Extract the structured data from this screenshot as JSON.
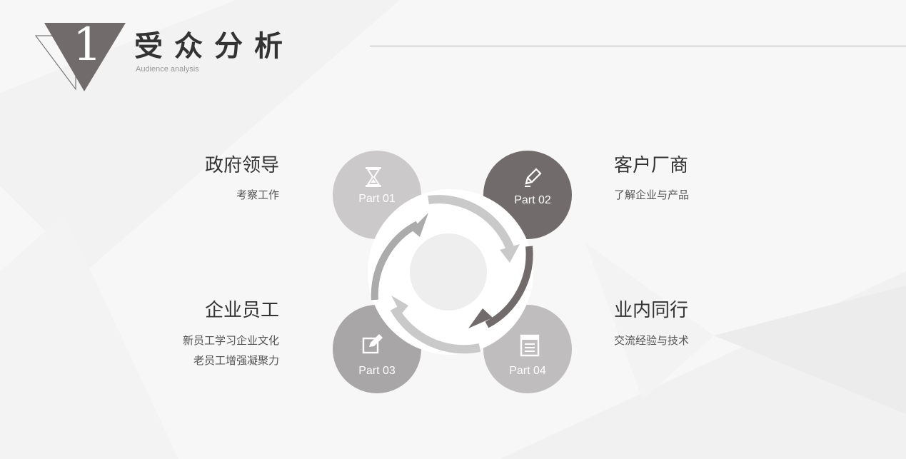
{
  "header": {
    "section_number": "1",
    "title": "受众分析",
    "subtitle": "Audience analysis"
  },
  "parts": [
    {
      "label": "Part 01",
      "icon": "hourglass-icon",
      "color": "#cbc9c9"
    },
    {
      "label": "Part 02",
      "icon": "pencil-icon",
      "color": "#726b6b"
    },
    {
      "label": "Part 03",
      "icon": "edit-icon",
      "color": "#a8a6a6"
    },
    {
      "label": "Part 04",
      "icon": "notepad-icon",
      "color": "#bfbdbd"
    }
  ],
  "items": [
    {
      "title": "政府领导",
      "desc": [
        "考察工作"
      ]
    },
    {
      "title": "客户厂商",
      "desc": [
        "了解企业与产品"
      ]
    },
    {
      "title": "企业员工",
      "desc": [
        "新员工学习企业文化",
        "老员工增强凝聚力"
      ]
    },
    {
      "title": "业内同行",
      "desc": [
        "交流经验与技术"
      ]
    }
  ],
  "colors": {
    "dark": "#726b6b",
    "light_gray": "#cbc9c9",
    "arrow_light": "#c9c9c9",
    "arrow_mid": "#ababab",
    "center": "#eeeeee"
  }
}
